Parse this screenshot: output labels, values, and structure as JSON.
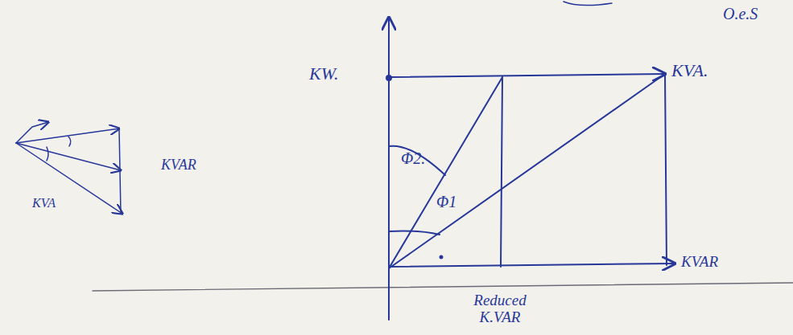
{
  "diagram": {
    "labels": [
      "KW.",
      "KVA.",
      "Φ2.",
      "Φ1",
      "KVAR",
      "Reduced K.VAR",
      "KVAR",
      "KVA",
      "O.e.S"
    ]
  }
}
